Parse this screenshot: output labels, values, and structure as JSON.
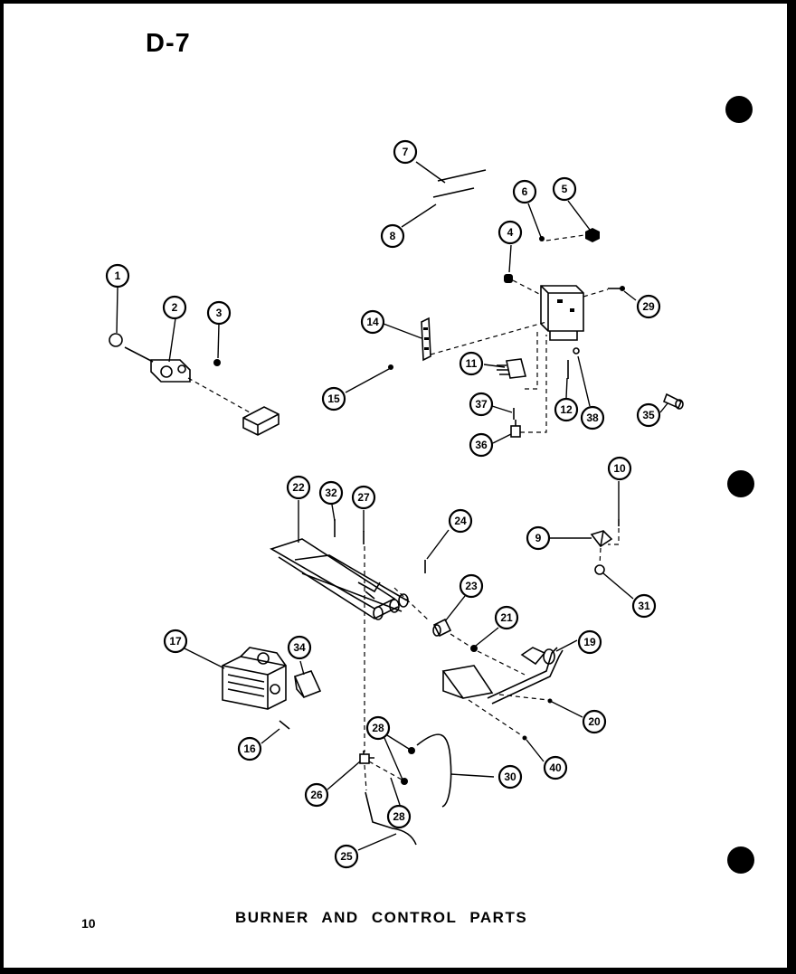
{
  "header": {
    "code": "D-7"
  },
  "footer": {
    "page_number": "10",
    "title": "BURNER AND CONTROL PARTS"
  },
  "callouts": [
    {
      "label": "1"
    },
    {
      "label": "2"
    },
    {
      "label": "3"
    },
    {
      "label": "4"
    },
    {
      "label": "5"
    },
    {
      "label": "6"
    },
    {
      "label": "7"
    },
    {
      "label": "8"
    },
    {
      "label": "9"
    },
    {
      "label": "10"
    },
    {
      "label": "11"
    },
    {
      "label": "12"
    },
    {
      "label": "14"
    },
    {
      "label": "15"
    },
    {
      "label": "16"
    },
    {
      "label": "17"
    },
    {
      "label": "19"
    },
    {
      "label": "20"
    },
    {
      "label": "21"
    },
    {
      "label": "22"
    },
    {
      "label": "23"
    },
    {
      "label": "24"
    },
    {
      "label": "25"
    },
    {
      "label": "26"
    },
    {
      "label": "27"
    },
    {
      "label": "28"
    },
    {
      "label": "28"
    },
    {
      "label": "28"
    },
    {
      "label": "29"
    },
    {
      "label": "30"
    },
    {
      "label": "31"
    },
    {
      "label": "32"
    },
    {
      "label": "34"
    },
    {
      "label": "35"
    },
    {
      "label": "36"
    },
    {
      "label": "37"
    },
    {
      "label": "38"
    },
    {
      "label": "40"
    }
  ]
}
